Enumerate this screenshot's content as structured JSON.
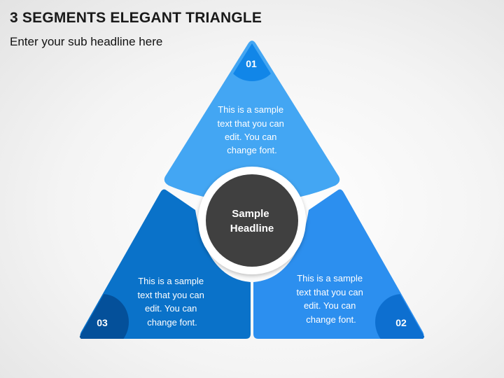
{
  "slide": {
    "title": "3 SEGMENTS ELEGANT TRIANGLE",
    "subtitle": "Enter your sub headline here"
  },
  "center": {
    "lines": [
      "Sample",
      "Headline"
    ],
    "color": "#404040"
  },
  "segments": [
    {
      "number": "01",
      "lines": [
        "This is a sample",
        "text that you can",
        "edit. You can",
        "change font."
      ],
      "color": "#43a6f3",
      "badge_color": "#1186e8"
    },
    {
      "number": "02",
      "lines": [
        "This is a sample",
        "text that you can",
        "edit. You can",
        "change font."
      ],
      "color": "#2c8fef",
      "badge_color": "#0d6fd0"
    },
    {
      "number": "03",
      "lines": [
        "This is a sample",
        "text that you can",
        "edit. You can",
        "change font."
      ],
      "color": "#0a72c9",
      "badge_color": "#04509a"
    }
  ]
}
